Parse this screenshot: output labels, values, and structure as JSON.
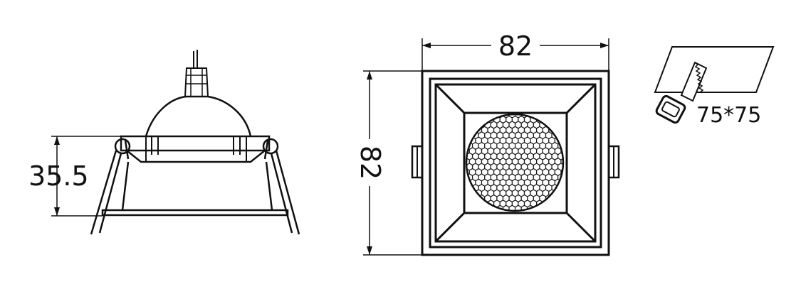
{
  "side_view": {
    "height_label": "35.5"
  },
  "front_view": {
    "width_label": "82",
    "height_label": "82"
  },
  "cutout": {
    "label": "75*75"
  },
  "colors": {
    "line": "#111111",
    "fill_dark": "#1a1a1a",
    "background": "#ffffff"
  }
}
